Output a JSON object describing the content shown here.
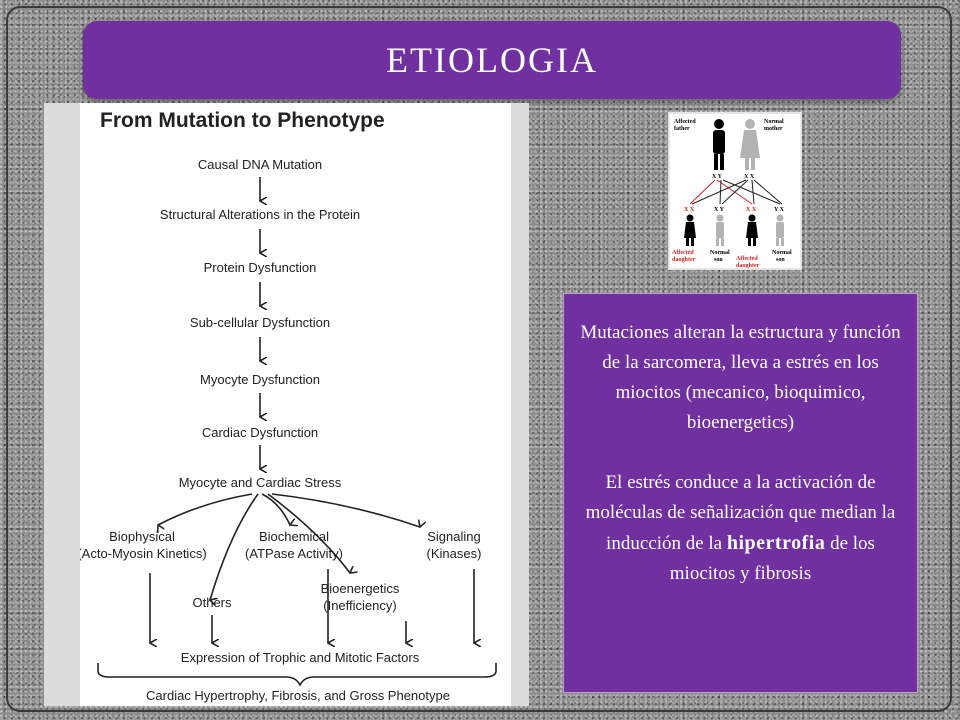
{
  "slide": {
    "title": "ETIOLOGIA"
  },
  "flowchart": {
    "title": "From Mutation to Phenotype",
    "steps": [
      "Causal DNA Mutation",
      "Structural Alterations in the Protein",
      "Protein Dysfunction",
      "Sub-cellular Dysfunction",
      "Myocyte Dysfunction",
      "Cardiac Dysfunction",
      "Myocyte and Cardiac Stress"
    ],
    "branches": {
      "biophysical": [
        "Biophysical",
        "(Acto-Myosin Kinetics)"
      ],
      "biochemical": [
        "Biochemical",
        "(ATPase Activity)"
      ],
      "signaling": [
        "Signaling",
        "(Kinases)"
      ],
      "others": "Others",
      "bioenergetics": [
        "Bioenergetics",
        "(Inefficiency)"
      ]
    },
    "expression": "Expression of Trophic and Mitotic Factors",
    "outcome": "Cardiac Hypertrophy, Fibrosis, and Gross Phenotype"
  },
  "pedigree": {
    "labels": {
      "affected_father": [
        "Affected",
        "father"
      ],
      "normal_mother": [
        "Normal",
        "mother"
      ],
      "affected_daughter_1": [
        "Affected",
        "daughter"
      ],
      "normal_son_1": [
        "Normal",
        "son"
      ],
      "affected_daughter_2": [
        "Affected",
        "daughter"
      ],
      "normal_son_2": [
        "Normal",
        "son"
      ]
    },
    "alleles": {
      "father": "X Y",
      "mother": "X X",
      "child_1": "X X",
      "child_2": "X Y",
      "child_3": "X X",
      "child_4": "Y X"
    },
    "colors": {
      "affected": "#000000",
      "normal": "#b3b3b3",
      "affected_line": "#d62020"
    }
  },
  "info": {
    "paragraph1": "Mutaciones  alteran la estructura y función  de la sarcomera, lleva  a estrés en los miocitos (mecanico, bioquimico, bioenergetics)",
    "paragraph2_before": "El estrés conduce a la activación de moléculas de señalización que median la inducción de la ",
    "paragraph2_bold": "hipertrofia",
    "paragraph2_after": " de los miocitos y fibrosis"
  },
  "colors": {
    "accent": "#7030a0",
    "text_on_accent": "#ffffff"
  }
}
